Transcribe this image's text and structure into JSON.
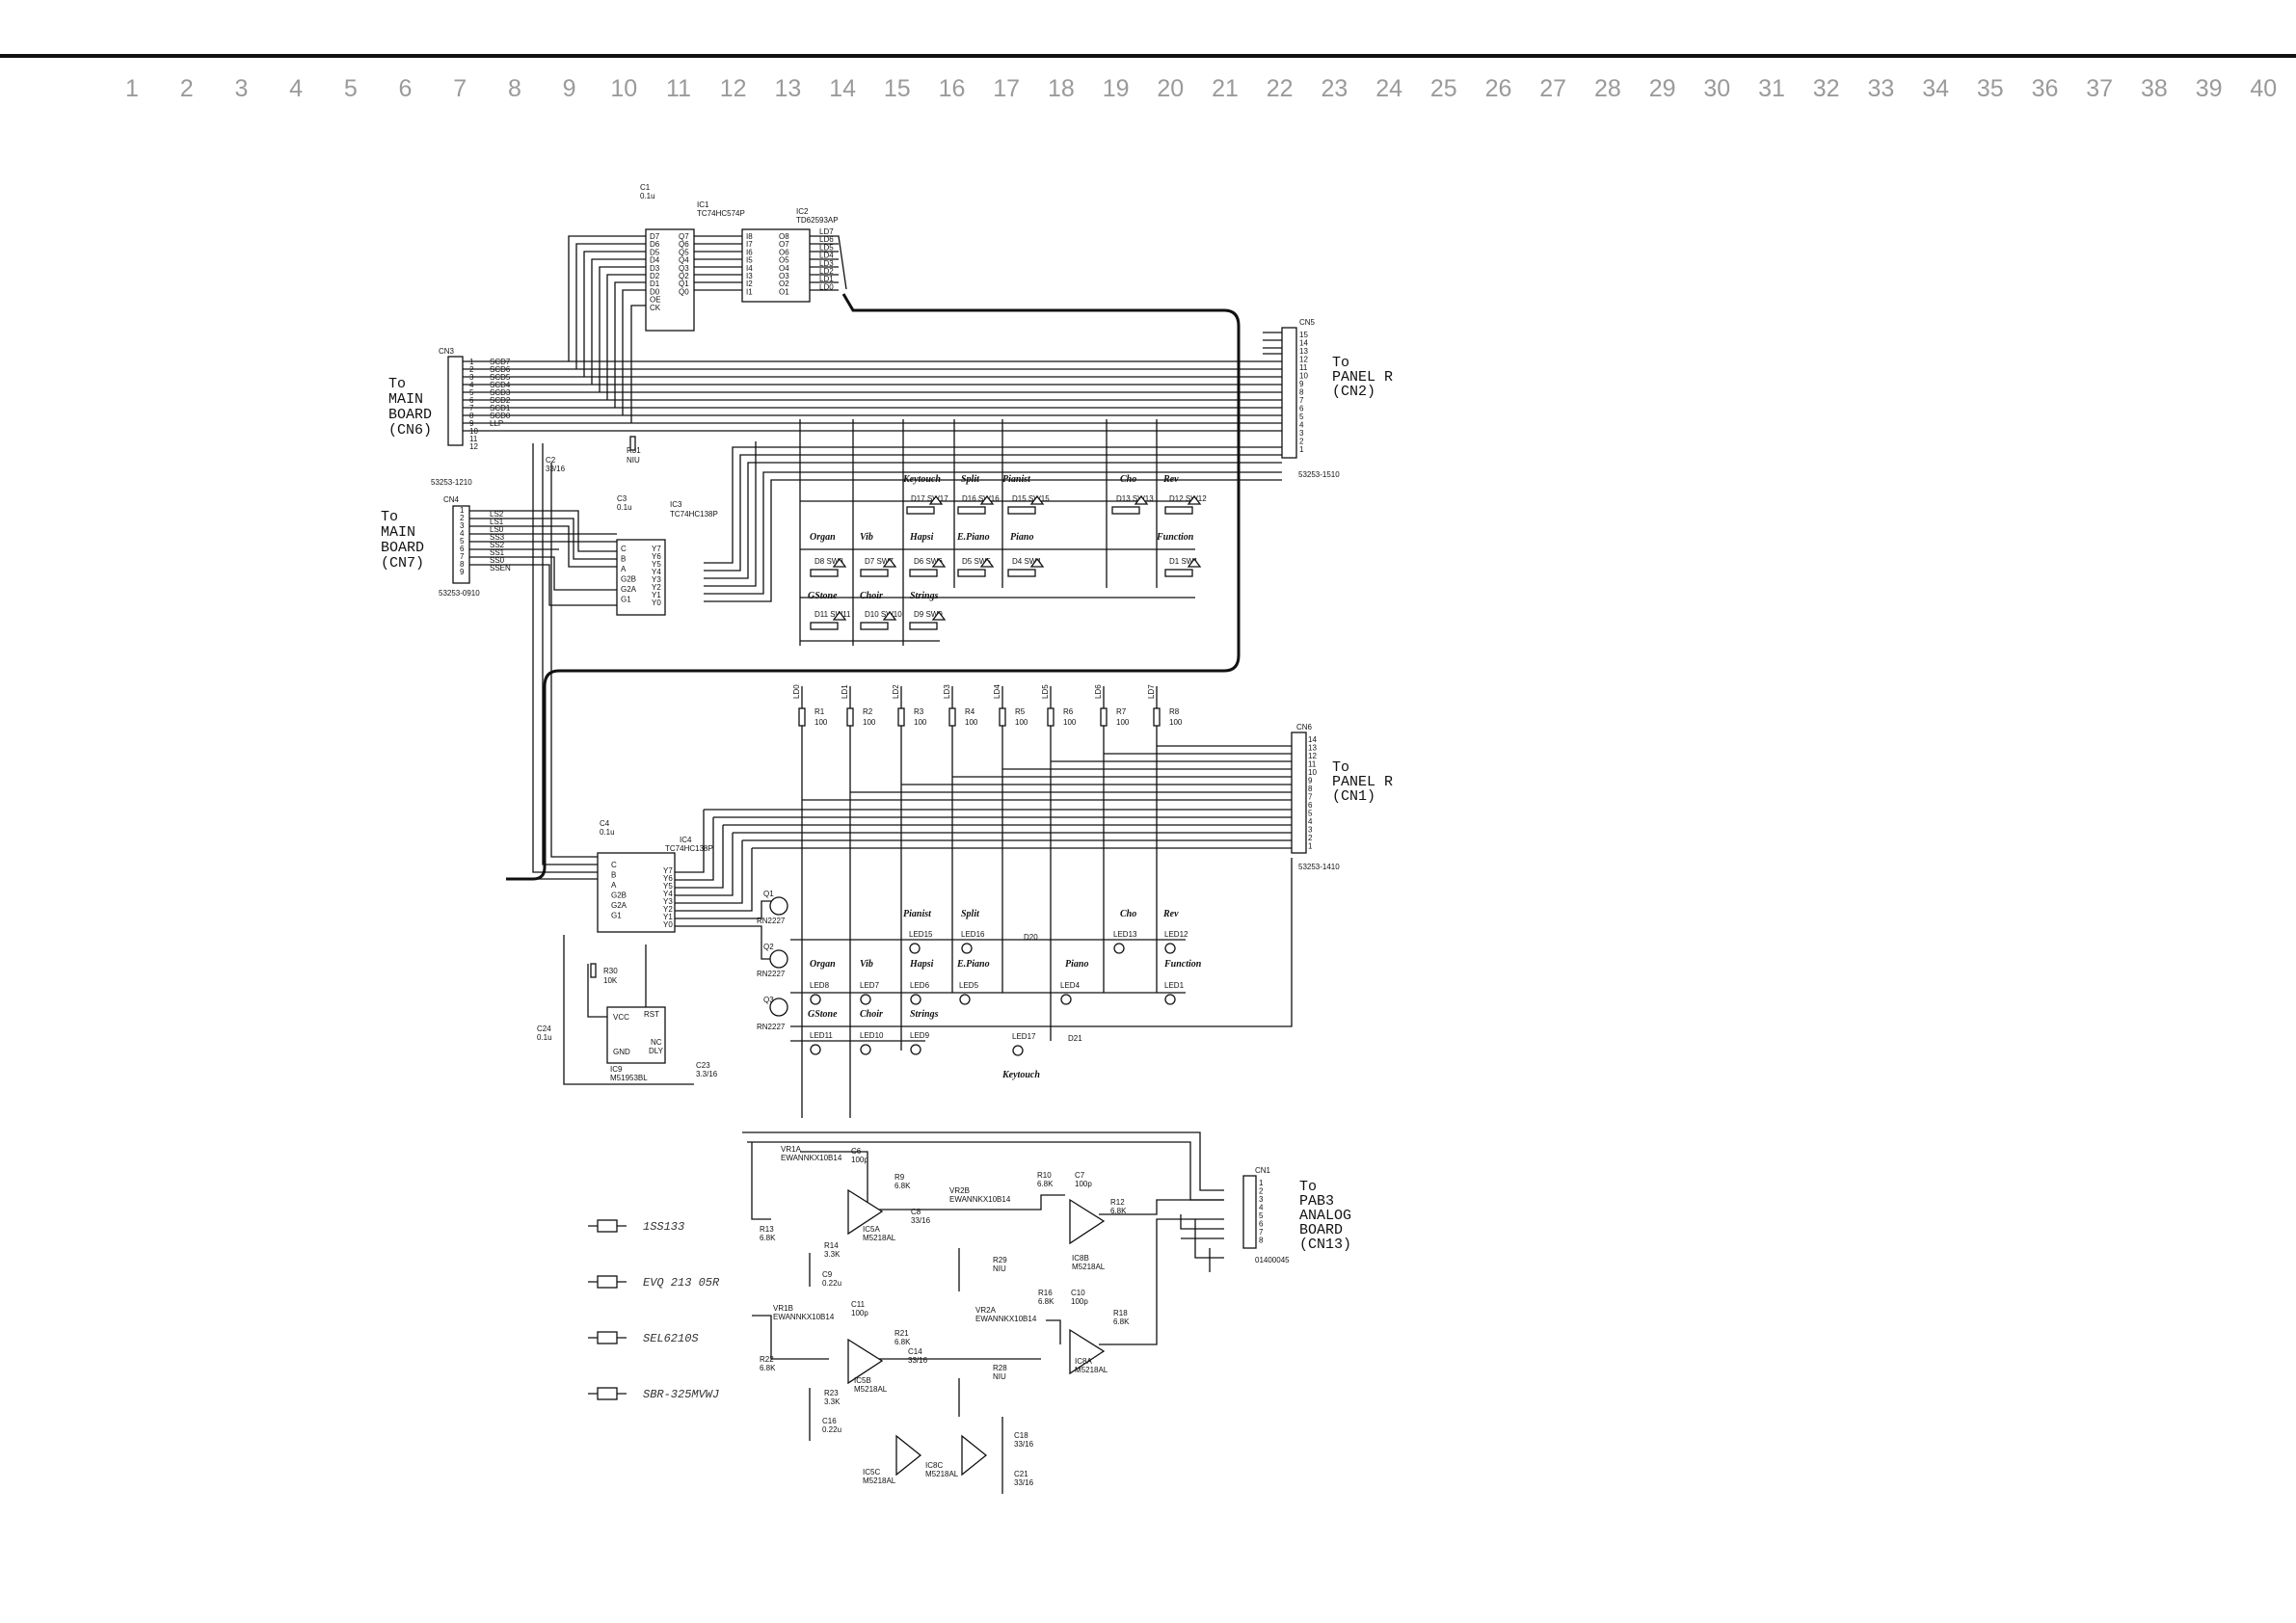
{
  "ruler": [
    "1",
    "2",
    "3",
    "4",
    "5",
    "6",
    "7",
    "8",
    "9",
    "10",
    "11",
    "12",
    "13",
    "14",
    "15",
    "16",
    "17",
    "18",
    "19",
    "20",
    "21",
    "22",
    "23",
    "24",
    "25",
    "26",
    "27",
    "28",
    "29",
    "30",
    "31",
    "32",
    "33",
    "34",
    "35",
    "36",
    "37",
    "38",
    "39",
    "40"
  ],
  "connectors": {
    "cn3": {
      "ref": "CN3",
      "part": "53253-1210",
      "dest": [
        "To",
        "MAIN",
        "BOARD",
        "(CN6)"
      ],
      "signals": [
        "SCD7",
        "SCD6",
        "SCD5",
        "SCD4",
        "SCD3",
        "SCD2",
        "SCD1",
        "SCD0",
        "LLP"
      ]
    },
    "cn4": {
      "ref": "CN4",
      "part": "53253-0910",
      "dest": [
        "To",
        "MAIN",
        "BOARD",
        "(CN7)"
      ],
      "signals": [
        "LS2",
        "LS1",
        "LS0",
        "SS3",
        "SS2",
        "SS1",
        "SS0",
        "SSEN"
      ]
    },
    "cn5": {
      "ref": "CN5",
      "part": "53253-1510",
      "dest": [
        "To",
        "PANEL R",
        "(CN2)"
      ]
    },
    "cn6": {
      "ref": "CN6",
      "part": "53253-1410",
      "dest": [
        "To",
        "PANEL R",
        "(CN1)"
      ]
    },
    "cn1": {
      "ref": "CN1",
      "part": "01400045",
      "dest": [
        "To",
        "PAB3",
        "ANALOG",
        "BOARD",
        "(CN13)"
      ]
    }
  },
  "ics": {
    "ic1": {
      "ref": "IC1",
      "part": "TC74HC574P",
      "left": [
        "D7",
        "D6",
        "D5",
        "D4",
        "D3",
        "D2",
        "D1",
        "D0",
        "OE",
        "CK"
      ],
      "right": [
        "Q7",
        "Q6",
        "Q5",
        "Q4",
        "Q3",
        "Q2",
        "Q1",
        "Q0"
      ]
    },
    "ic2": {
      "ref": "IC2",
      "part": "TD62593AP",
      "left": [
        "I8",
        "I7",
        "I6",
        "I5",
        "I4",
        "I3",
        "I2",
        "I1"
      ],
      "right": [
        "O8",
        "O7",
        "O6",
        "O5",
        "O4",
        "O3",
        "O2",
        "O1"
      ],
      "lines": [
        "LD7",
        "LD6",
        "LD5",
        "LD4",
        "LD3",
        "LD2",
        "LD1",
        "LD0"
      ]
    },
    "ic3": {
      "ref": "IC3",
      "part": "TC74HC138P",
      "left": [
        "C",
        "B",
        "A",
        "G2B",
        "G2A",
        "G1"
      ],
      "right": [
        "Y7",
        "Y6",
        "Y5",
        "Y4",
        "Y3",
        "Y2",
        "Y1",
        "Y0"
      ]
    },
    "ic4": {
      "ref": "IC4",
      "part": "TC74HC138P",
      "left": [
        "C",
        "B",
        "A",
        "G2B",
        "G2A",
        "G1"
      ],
      "right": [
        "Y7",
        "Y6",
        "Y5",
        "Y4",
        "Y3",
        "Y2",
        "Y1",
        "Y0"
      ]
    },
    "ic9": {
      "ref": "IC9",
      "part": "M51953BL",
      "pins": [
        "VCC",
        "GND",
        "RST",
        "NC",
        "DLY"
      ]
    }
  },
  "caps_top": [
    {
      "ref": "C1",
      "value": "0.1u"
    },
    {
      "ref": "C2",
      "value": "33/16"
    },
    {
      "ref": "C3",
      "value": "0.1u"
    },
    {
      "ref": "C4",
      "value": "0.1u"
    },
    {
      "ref": "C24",
      "value": "0.1u"
    },
    {
      "ref": "C23",
      "value": "3.3/16"
    }
  ],
  "r31": {
    "ref": "R31",
    "value": "NIU"
  },
  "r30": {
    "ref": "R30",
    "value": "10K"
  },
  "switch_labels": {
    "row1": [
      "Keytouch",
      "Split",
      "Pianist",
      "Cho",
      "Rev"
    ],
    "row2": [
      "Organ",
      "Vib",
      "Hapsi",
      "E.Piano",
      "Piano",
      "Function"
    ],
    "row3": [
      "GStone",
      "Choir",
      "Strings"
    ]
  },
  "switch_refs": [
    "D17 SW17",
    "D16 SW16",
    "D15 SW15",
    "D13 SW13",
    "D12 SW12",
    "D8 SW8",
    "D7 SW7",
    "D6 SW6",
    "D5 SW5",
    "D4 SW4",
    "D1 SW1",
    "D11 SW11",
    "D10 SW10",
    "D9 SW9"
  ],
  "ld_lines": [
    "LD0",
    "LD1",
    "LD2",
    "LD3",
    "LD4",
    "LD5",
    "LD6",
    "LD7"
  ],
  "resistors_mid": [
    {
      "ref": "R1",
      "value": "100"
    },
    {
      "ref": "R2",
      "value": "100"
    },
    {
      "ref": "R3",
      "value": "100"
    },
    {
      "ref": "R4",
      "value": "100"
    },
    {
      "ref": "R5",
      "value": "100"
    },
    {
      "ref": "R6",
      "value": "100"
    },
    {
      "ref": "R7",
      "value": "100"
    },
    {
      "ref": "R8",
      "value": "100"
    }
  ],
  "transistors": [
    {
      "ref": "Q1",
      "part": "RN2227"
    },
    {
      "ref": "Q2",
      "part": "RN2227"
    },
    {
      "ref": "Q3",
      "part": "RN2227"
    }
  ],
  "led_labels": {
    "row1": [
      "Pianist",
      "Split",
      "Cho",
      "Rev"
    ],
    "row2": [
      "Organ",
      "Vib",
      "Hapsi",
      "E.Piano",
      "Piano",
      "Function"
    ],
    "row3": [
      "GStone",
      "Choir",
      "Strings"
    ],
    "keytouch": "Keytouch"
  },
  "led_refs": [
    "LED15",
    "LED16",
    "LED13",
    "LED12",
    "LED8",
    "LED7",
    "LED6",
    "LED5",
    "LED4",
    "LED1",
    "LED11",
    "LED10",
    "LED9",
    "LED17"
  ],
  "diodes_led": [
    "D20",
    "D21"
  ],
  "analog": [
    {
      "ref": "VR1A",
      "part": "EWANNKX10B14"
    },
    {
      "ref": "VR1B",
      "part": "EWANNKX10B14"
    },
    {
      "ref": "VR2B",
      "part": "EWANNKX10B14"
    },
    {
      "ref": "VR2A",
      "part": "EWANNKX10B14"
    },
    {
      "ref": "C6",
      "value": "100p"
    },
    {
      "ref": "R9",
      "value": "6.8K"
    },
    {
      "ref": "IC5A",
      "value": "M5218AL"
    },
    {
      "ref": "C8",
      "value": "33/16"
    },
    {
      "ref": "R13",
      "value": "6.8K"
    },
    {
      "ref": "R14",
      "value": "3.3K"
    },
    {
      "ref": "C9",
      "value": "0.22u"
    },
    {
      "ref": "R29",
      "value": "NIU"
    },
    {
      "ref": "R10",
      "value": "6.8K"
    },
    {
      "ref": "C7",
      "value": "100p"
    },
    {
      "ref": "R12",
      "value": "6.8K"
    },
    {
      "ref": "IC8B",
      "value": "M5218AL"
    },
    {
      "ref": "C11",
      "value": "100p"
    },
    {
      "ref": "R21",
      "value": "6.8K"
    },
    {
      "ref": "IC5B",
      "value": "M5218AL"
    },
    {
      "ref": "C14",
      "value": "33/16"
    },
    {
      "ref": "R22",
      "value": "6.8K"
    },
    {
      "ref": "R23",
      "value": "3.3K"
    },
    {
      "ref": "C16",
      "value": "0.22u"
    },
    {
      "ref": "R28",
      "value": "NIU"
    },
    {
      "ref": "R16",
      "value": "6.8K"
    },
    {
      "ref": "C10",
      "value": "100p"
    },
    {
      "ref": "R18",
      "value": "6.8K"
    },
    {
      "ref": "IC8A",
      "value": "M5218AL"
    },
    {
      "ref": "IC5C",
      "value": "M5218AL"
    },
    {
      "ref": "IC8C",
      "value": "M5218AL"
    },
    {
      "ref": "C18",
      "value": "33/16"
    },
    {
      "ref": "C21",
      "value": "33/16"
    }
  ],
  "legend": [
    "1SS133",
    "EVQ 213 05R",
    "SEL6210S",
    "SBR-325MVWJ"
  ]
}
